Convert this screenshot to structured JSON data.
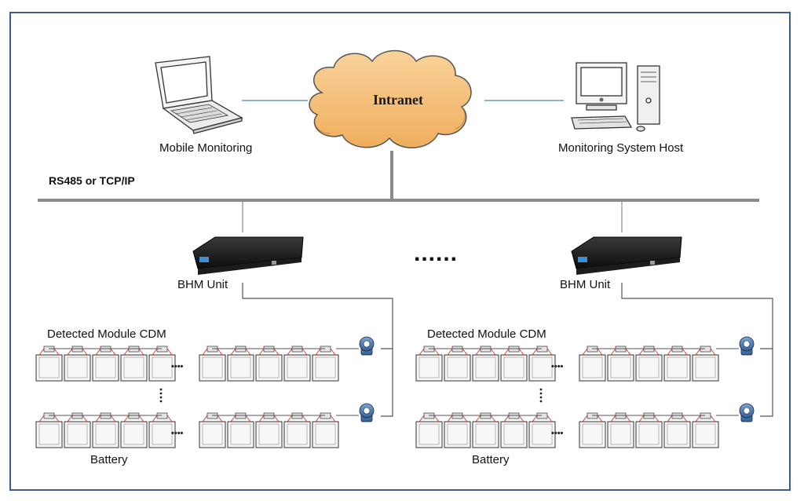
{
  "network": {
    "cloud_label": "Intranet",
    "bus_label": "RS485  or TCP/IP",
    "ellipsis": "......"
  },
  "nodes": {
    "mobile_label": "Mobile Monitoring",
    "host_label": "Monitoring System  Host"
  },
  "groups": [
    {
      "unit_label": "BHM Unit",
      "module_label": "Detected Module CDM",
      "battery_label": "Battery"
    },
    {
      "unit_label": "BHM Unit",
      "module_label": "Detected Module CDM",
      "battery_label": "Battery"
    }
  ],
  "colors": {
    "frame": "#3b5c8e",
    "bus": "#8a8a8a",
    "link": "#4f7fb5",
    "cloud": "#f5c27e"
  }
}
